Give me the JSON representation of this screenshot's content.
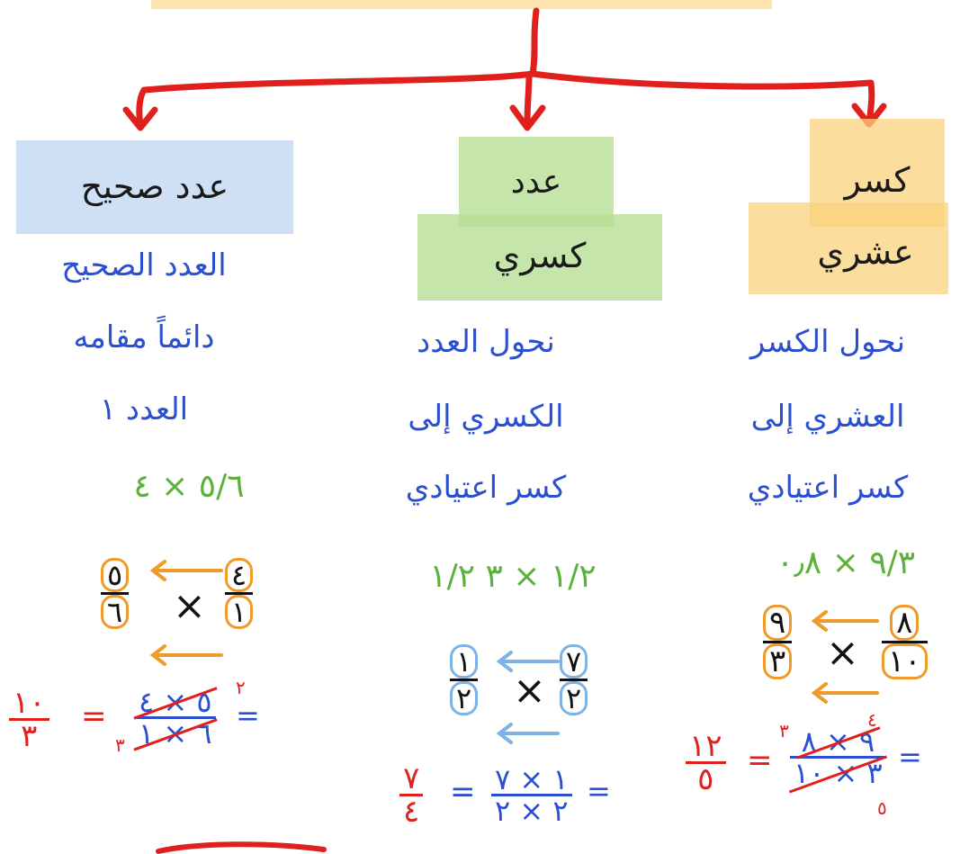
{
  "colors": {
    "arrow": "#e0201c",
    "text_blue": "#2b4fd1",
    "text_green": "#5bb13a",
    "text_red": "#e0201c",
    "circle_orange": "#ef9a2a",
    "circle_lightblue": "#7fb3e6",
    "hl_blue": "#c7d9f2",
    "hl_green": "#b7df95",
    "hl_yellow": "#f9d27c"
  },
  "columns": {
    "whole": {
      "title": "عدد صحيح",
      "lines": [
        "العدد الصحيح",
        "دائماً مقامه",
        "العدد ١"
      ],
      "expr": "٥/٦ × ٤",
      "cross": {
        "left_num": "٥",
        "left_den": "٦",
        "right_num": "٤",
        "right_den": "١"
      },
      "result": {
        "answer_num": "١٠",
        "answer_den": "٣",
        "work_num": "٥ × ٤",
        "work_den": "٦ × ١",
        "cancel_top": "٢",
        "cancel_bottom": "٣"
      }
    },
    "mixed": {
      "title_line1": "عدد",
      "title_line2": "كسري",
      "lines": [
        "نحول العدد",
        "الكسري إلى",
        "كسر اعتيادي"
      ],
      "expr": "١/٢ × ٣ ١/٢",
      "cross": {
        "left_num": "١",
        "left_den": "٢",
        "right_num": "٧",
        "right_den": "٢"
      },
      "result": {
        "answer_num": "٧",
        "answer_den": "٤",
        "work_num": "١ × ٧",
        "work_den": "٢ × ٢"
      }
    },
    "decimal": {
      "title_line1": "كسر",
      "title_line2": "عشري",
      "lines": [
        "نحول الكسر",
        "العشري إلى",
        "كسر اعتيادي"
      ],
      "expr": "٩/٣ × ٠٫٨",
      "cross": {
        "left_num": "٩",
        "left_den": "٣",
        "right_num": "٨",
        "right_den": "١٠"
      },
      "result": {
        "answer_num": "١٢",
        "answer_den": "٥",
        "work_num": "٩ × ٨",
        "work_den": "٣ × ١٠",
        "cancel_top_a": "٣",
        "cancel_top_b": "٤",
        "cancel_bottom": "٥"
      }
    }
  }
}
